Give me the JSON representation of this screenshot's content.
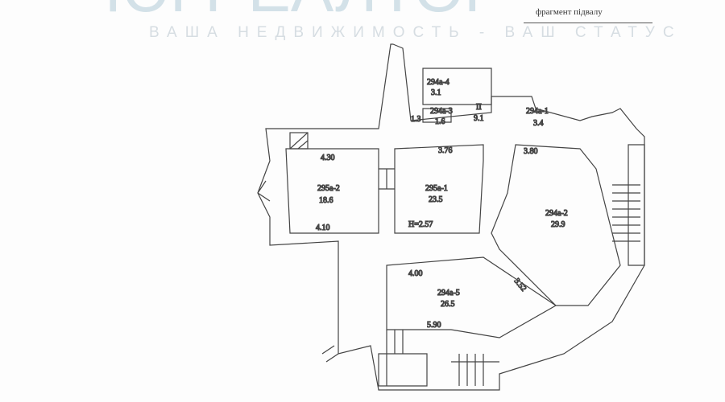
{
  "watermark": {
    "logo": "ЮГРЕАЛТОР",
    "slogan": "ВАША НЕДВИЖИМОСТЬ - ВАШ СТАТУС"
  },
  "caption": "фрагмент підвалу",
  "rooms": [
    {
      "id": "294a-4",
      "area": "3.1"
    },
    {
      "id": "294a-3",
      "area": "1.6"
    },
    {
      "id": "II",
      "area": "9.1"
    },
    {
      "id": "294a-1",
      "area": "3.4"
    },
    {
      "id": "295a-2",
      "area": "18.6"
    },
    {
      "id": "295a-1",
      "area": "23.5"
    },
    {
      "id": "294a-2",
      "area": "29.9"
    },
    {
      "id": "294a-5",
      "area": "26.5"
    }
  ],
  "dimensions": {
    "d1": "4.30",
    "d2": "4.10",
    "d3": "3.76",
    "d4": "3.80",
    "d5": "4.00",
    "d6": "3.52",
    "d7": "5.90",
    "d8": "1.3"
  },
  "height_note": "H=2.57"
}
